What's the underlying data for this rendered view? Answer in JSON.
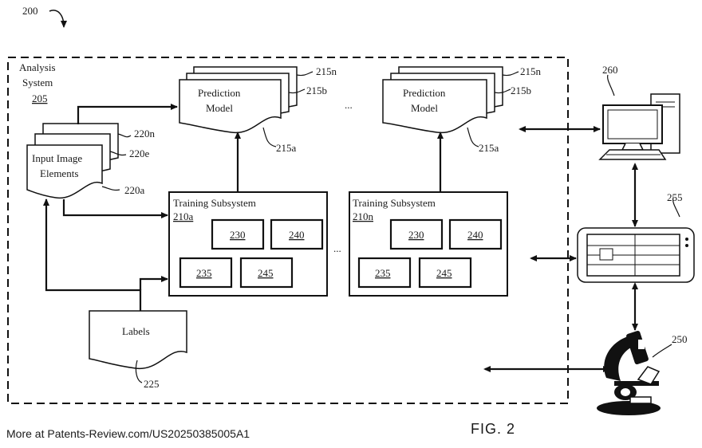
{
  "figure": {
    "ref_main": "200",
    "fig_label": "FIG. 2",
    "footer": "More at Patents-Review.com/US20250385005A1"
  },
  "analysis_system": {
    "label_line1": "Analysis",
    "label_line2": "System",
    "ref": "205"
  },
  "input_images": {
    "label_line1": "Input Image",
    "label_line2": "Elements",
    "refs": {
      "n": "220n",
      "e": "220e",
      "a": "220a"
    }
  },
  "prediction_models": [
    {
      "label_line1": "Prediction",
      "label_line2": "Model",
      "refs": {
        "n": "215n",
        "b": "215b",
        "a": "215a"
      }
    },
    {
      "label_line1": "Prediction",
      "label_line2": "Model",
      "refs": {
        "n": "215n",
        "b": "215b",
        "a": "215a"
      }
    }
  ],
  "training_subsystems": [
    {
      "title": "Training Subsystem",
      "ref": "210a",
      "modules": [
        "230",
        "240",
        "235",
        "245"
      ]
    },
    {
      "title": "Training Subsystem",
      "ref": "210n",
      "modules": [
        "230",
        "240",
        "235",
        "245"
      ]
    }
  ],
  "labels_doc": {
    "label": "Labels",
    "ref": "225"
  },
  "devices": {
    "computer_ref": "260",
    "tablet_ref": "255",
    "microscope_ref": "250"
  },
  "ellipsis": "..."
}
